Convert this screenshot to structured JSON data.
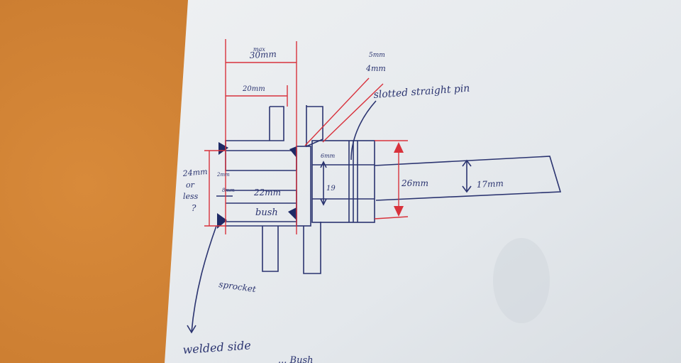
{
  "labels": {
    "top_dim": "30mm",
    "top_dim_note": "max",
    "width_20": "20mm",
    "pin_top_a": "5mm",
    "pin_top_b": "4mm",
    "slotted_pin": "slotted straight pin",
    "side_24": "24mm",
    "side_or": "or",
    "side_less": "less",
    "side_q": "?",
    "gap_2": "2mm",
    "gap_8": "8mm",
    "bore_22": "22mm",
    "bush": "bush",
    "six_mm": "6mm",
    "nineteen": "19",
    "dim_26": "26mm",
    "dim_17": "17mm",
    "sprocket": "sprocket",
    "welded_side": "welded side",
    "bottom_partial": "... Bush"
  },
  "colors": {
    "paper": "#e9ecef",
    "ink_blue": "#2b3470",
    "ink_red": "#d8323c",
    "table": "#c77a2e"
  }
}
